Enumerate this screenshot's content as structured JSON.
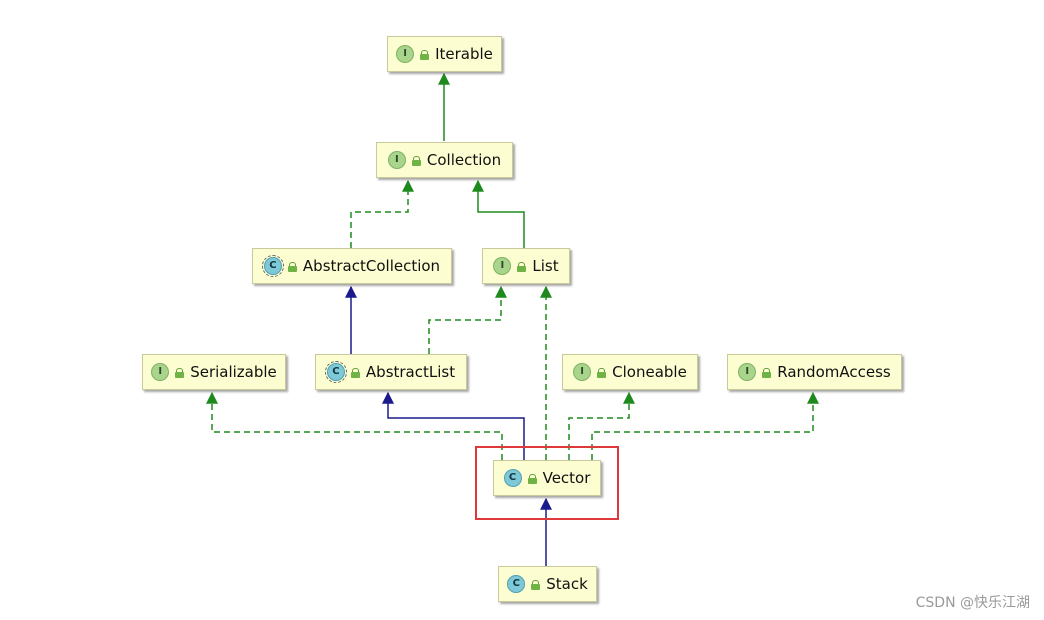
{
  "diagram": {
    "nodes": [
      {
        "id": "iterable",
        "label": "Iterable",
        "kind": "I"
      },
      {
        "id": "collection",
        "label": "Collection",
        "kind": "I"
      },
      {
        "id": "abstractcollection",
        "label": "AbstractCollection",
        "kind": "C"
      },
      {
        "id": "list",
        "label": "List",
        "kind": "I"
      },
      {
        "id": "serializable",
        "label": "Serializable",
        "kind": "I"
      },
      {
        "id": "abstractlist",
        "label": "AbstractList",
        "kind": "C"
      },
      {
        "id": "cloneable",
        "label": "Cloneable",
        "kind": "I"
      },
      {
        "id": "randomaccess",
        "label": "RandomAccess",
        "kind": "I"
      },
      {
        "id": "vector",
        "label": "Vector",
        "kind": "C"
      },
      {
        "id": "stack",
        "label": "Stack",
        "kind": "C"
      }
    ],
    "edges": [
      {
        "from": "collection",
        "to": "iterable",
        "type": "extends"
      },
      {
        "from": "abstractcollection",
        "to": "collection",
        "type": "implements"
      },
      {
        "from": "list",
        "to": "collection",
        "type": "extends"
      },
      {
        "from": "abstractlist",
        "to": "abstractcollection",
        "type": "class-extends"
      },
      {
        "from": "abstractlist",
        "to": "list",
        "type": "implements"
      },
      {
        "from": "vector",
        "to": "abstractlist",
        "type": "class-extends"
      },
      {
        "from": "vector",
        "to": "list",
        "type": "implements"
      },
      {
        "from": "vector",
        "to": "serializable",
        "type": "implements"
      },
      {
        "from": "vector",
        "to": "cloneable",
        "type": "implements"
      },
      {
        "from": "vector",
        "to": "randomaccess",
        "type": "implements"
      },
      {
        "from": "stack",
        "to": "vector",
        "type": "class-extends"
      }
    ],
    "highlighted": "vector"
  },
  "colors": {
    "interface_edge": "#1e8a1e",
    "class_edge": "#1a1a8c",
    "highlight": "#e0393b",
    "node_fill": "#fdfdd2"
  },
  "icons": {
    "interface_badge": "I",
    "class_badge": "C"
  },
  "watermark": "CSDN @快乐江湖"
}
